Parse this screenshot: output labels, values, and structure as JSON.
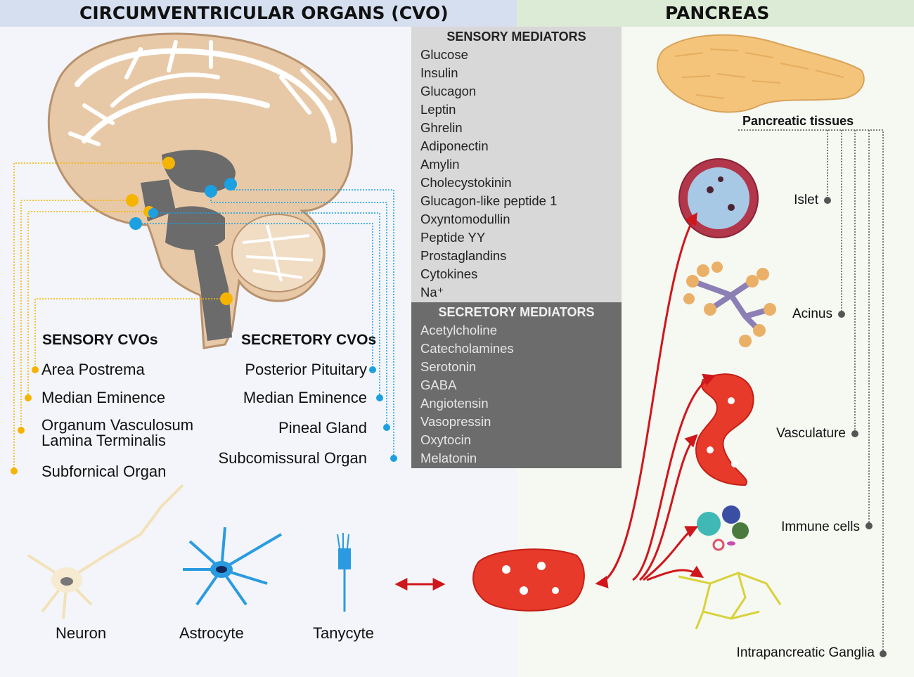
{
  "headers": {
    "left": "CIRCUMVENTRICULAR ORGANS (CVO)",
    "right": "PANCREAS"
  },
  "sensory_mediators": {
    "title": "SENSORY MEDIATORS",
    "items": [
      "Glucose",
      "Insulin",
      "Glucagon",
      "Leptin",
      "Ghrelin",
      "Adiponectin",
      "Amylin",
      "Cholecystokinin",
      "Glucagon-like peptide 1",
      "Oxyntomodullin",
      "Peptide YY",
      "Prostaglandins",
      "Cytokines",
      "Na⁺"
    ]
  },
  "secretory_mediators": {
    "title": "SECRETORY MEDIATORS",
    "items": [
      "Acetylcholine",
      "Catecholamines",
      "Serotonin",
      "GABA",
      "Angiotensin",
      "Vasopressin",
      "Oxytocin",
      "Melatonin"
    ]
  },
  "sensory_cvos": {
    "title": "SENSORY CVOs",
    "items": [
      "Area Postrema",
      "Median Eminence",
      "Organum Vasculosum Lamina Terminalis",
      "Subfornical Organ"
    ]
  },
  "secretory_cvos": {
    "title": "SECRETORY CVOs",
    "items": [
      "Posterior Pituitary",
      "Median Eminence",
      "Pineal Gland",
      "Subcomissural Organ"
    ]
  },
  "cell_types": [
    "Neuron",
    "Astrocyte",
    "Tanycyte"
  ],
  "pancreatic_tissues": {
    "title": "Pancreatic tissues",
    "items": [
      "Islet",
      "Acinus",
      "Vasculature",
      "Immune cells",
      "Intrapancreatic Ganglia"
    ]
  },
  "colors": {
    "sensory": "#f4b400",
    "secretory": "#1ba0e1",
    "arrow": "#d0161b",
    "brain": "#e8c9a7",
    "ventricle": "#6b6b6b"
  }
}
